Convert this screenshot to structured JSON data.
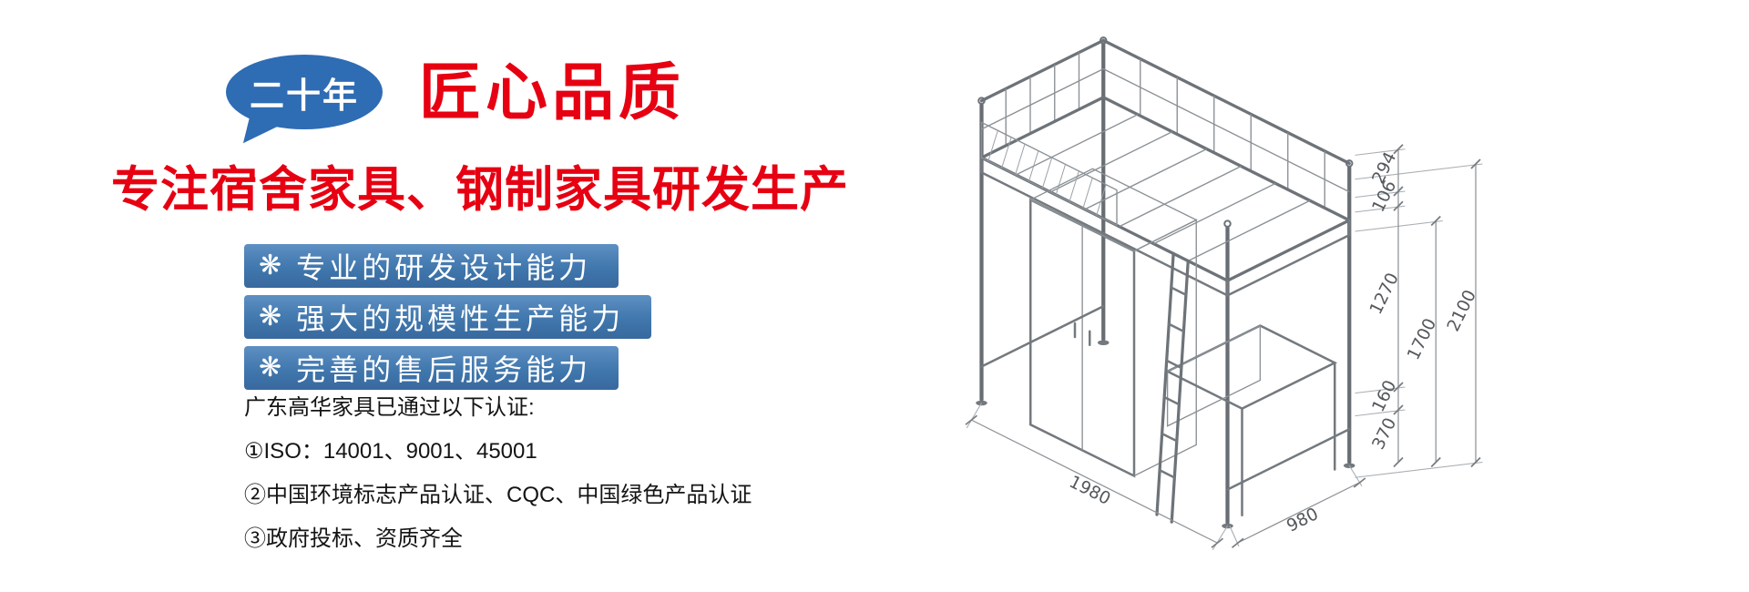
{
  "page": {
    "background": "#ffffff"
  },
  "hero": {
    "badge": "二十年",
    "title": "匠心品质",
    "subtitle": "专注宿舍家具、钢制家具研发生产",
    "feature_icon": "❋",
    "features": [
      {
        "label": "专业的研发设计能力"
      },
      {
        "label": "强大的规模性生产能力"
      },
      {
        "label": "完善的售后服务能力"
      }
    ],
    "cert_heading": "广东高华家具已通过以下认证:",
    "certs": [
      "①ISO：14001、9001、45001",
      "②中国环境标志产品认证、CQC、中国绿色产品认证",
      "③政府投标、资质齐全"
    ]
  },
  "diagram": {
    "dims": {
      "rail_upper": "294",
      "frame_thickness": "106",
      "clearance": "1270",
      "bunk_height": "1700",
      "total_height": "2100",
      "step_upper": "160",
      "step_lower": "370",
      "length": "1980",
      "depth": "980"
    }
  },
  "colors": {
    "accent_red": "#e60012",
    "bubble_blue": "#2e6cb4",
    "bar_blue": "#4377ac",
    "line_gray": "#73797e"
  }
}
